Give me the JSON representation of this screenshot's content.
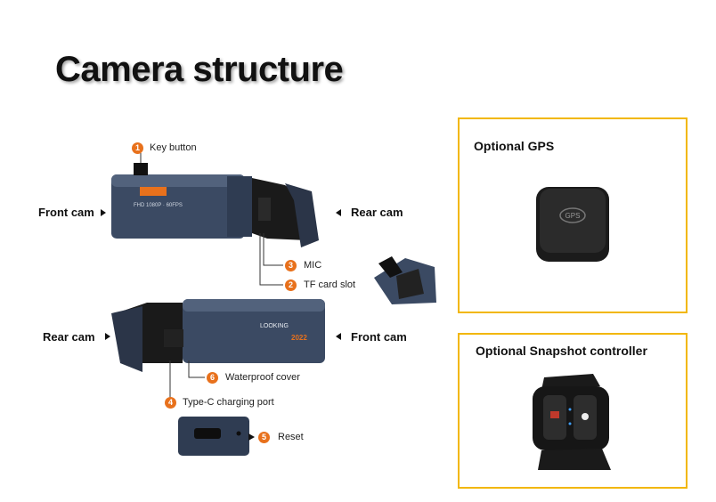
{
  "title": "Camera structure",
  "labels": {
    "front_cam_top": "Front cam",
    "rear_cam_top": "Rear cam",
    "rear_cam_bottom": "Rear cam",
    "front_cam_bottom": "Front cam"
  },
  "callouts": [
    {
      "num": "1",
      "text": "Key button"
    },
    {
      "num": "3",
      "text": "MIC"
    },
    {
      "num": "2",
      "text": "TF card slot"
    },
    {
      "num": "6",
      "text": "Waterproof cover"
    },
    {
      "num": "4",
      "text": "Type-C charging port"
    },
    {
      "num": "5",
      "text": "Reset"
    }
  ],
  "camera_text": {
    "top_badge": "FHD 1080P · 60FPS",
    "brand": "LOOKING",
    "bottom_tag": "2022"
  },
  "panels": {
    "gps": {
      "title": "Optional GPS",
      "device_text": "GPS"
    },
    "snapshot": {
      "title": "Optional Snapshot controller"
    }
  },
  "colors": {
    "accent": "#e8711c",
    "panel_border": "#f2b705",
    "camera_body": "#3b4a63"
  }
}
